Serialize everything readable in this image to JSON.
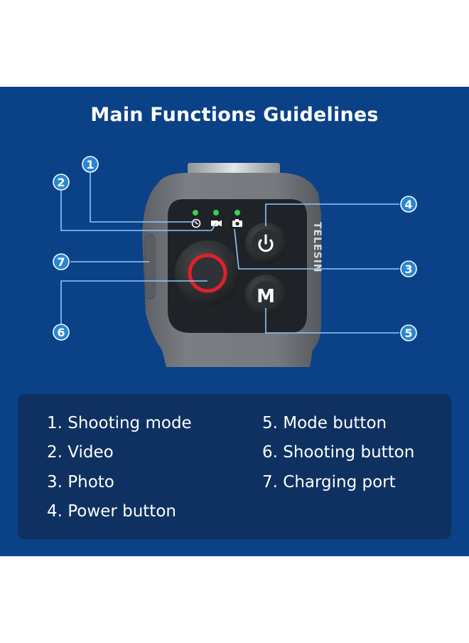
{
  "title": "Main Functions Guidelines",
  "brand": "TELESIN",
  "button_m_label": "M",
  "callouts": [
    "1",
    "2",
    "3",
    "4",
    "5",
    "6",
    "7"
  ],
  "legend": {
    "left": [
      "1. Shooting mode",
      "2. Video",
      "3. Photo",
      "4. Power button"
    ],
    "right": [
      "5. Mode button",
      "6. Shooting button",
      "7. Charging port"
    ]
  },
  "colors": {
    "panel": "#0a4187",
    "legend_box": "#0e3161",
    "callout_fill": "#2a86d4",
    "callout_line": "#8ec8ff",
    "shutter_ring": "#e0202a",
    "indicator_led": "#39d253"
  },
  "icons": [
    "timer-icon",
    "video-camera-icon",
    "photo-camera-icon",
    "power-icon"
  ]
}
